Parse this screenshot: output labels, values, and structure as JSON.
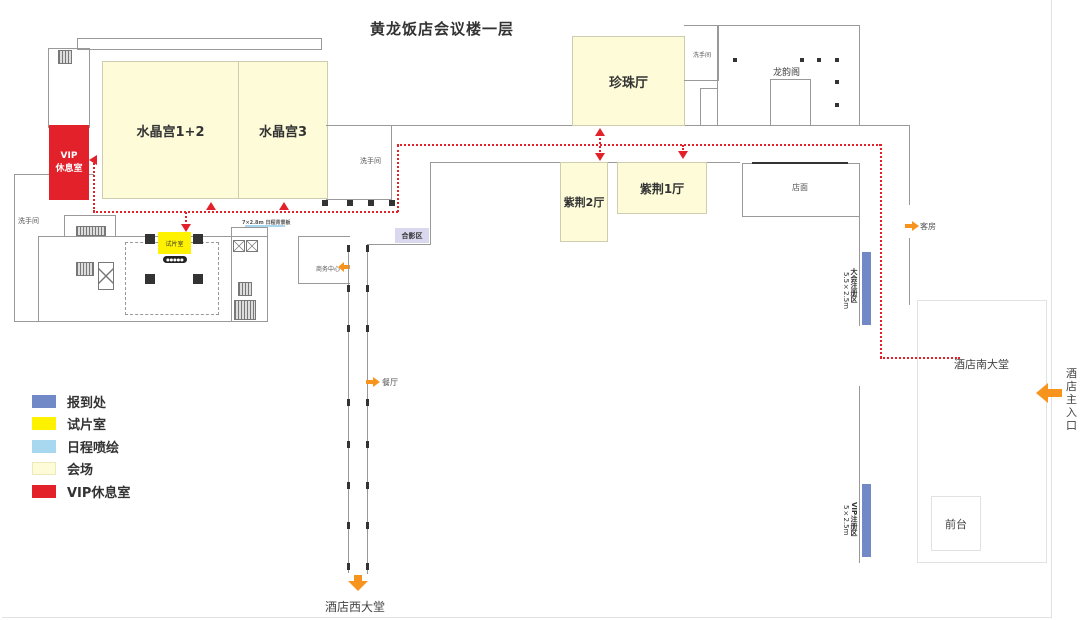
{
  "map": {
    "title": "黄龙饭店会议楼一层",
    "rooms": {
      "crystal_12": "水晶宫1+2",
      "crystal_3": "水晶宫3",
      "pearl": "珍珠厅",
      "zijing_1": "紫荆1厅",
      "zijing_2": "紫荆2厅",
      "vip_line1": "VIP",
      "vip_line2": "休息室",
      "screening": "试片室",
      "screening_badge": "●●●●●",
      "photo_area": "合影区",
      "longyun": "龙韵阁",
      "shop": "店面",
      "south_lobby": "酒店南大堂",
      "front_desk": "前台",
      "restroom_1": "洗手间",
      "restroom_2": "洗手间",
      "restroom_3": "洗手间",
      "business_center": "商务中心",
      "schedule_board": "7×2.8m 日程背景板"
    },
    "directions": {
      "guest_rooms": "客房",
      "restaurant": "餐厅",
      "west_lobby": "酒店西大堂",
      "main_entrance": "酒店主入口"
    },
    "registration": {
      "main_title": "大会注册区",
      "main_size": "5.5×2.5m",
      "vip_title": "VIP注册区",
      "vip_size": "5×2.5m"
    }
  },
  "legend": [
    {
      "label": "报到处",
      "color": "#7189c6"
    },
    {
      "label": "试片室",
      "color": "#fff200"
    },
    {
      "label": "日程喷绘",
      "color": "#a8d8f0"
    },
    {
      "label": "会场",
      "color": "#fdfbd8"
    },
    {
      "label": "VIP休息室",
      "color": "#e3212b"
    }
  ],
  "colors": {
    "route": "#e3212b",
    "direction_arrow": "#f7941d",
    "registration": "#7189c6"
  }
}
